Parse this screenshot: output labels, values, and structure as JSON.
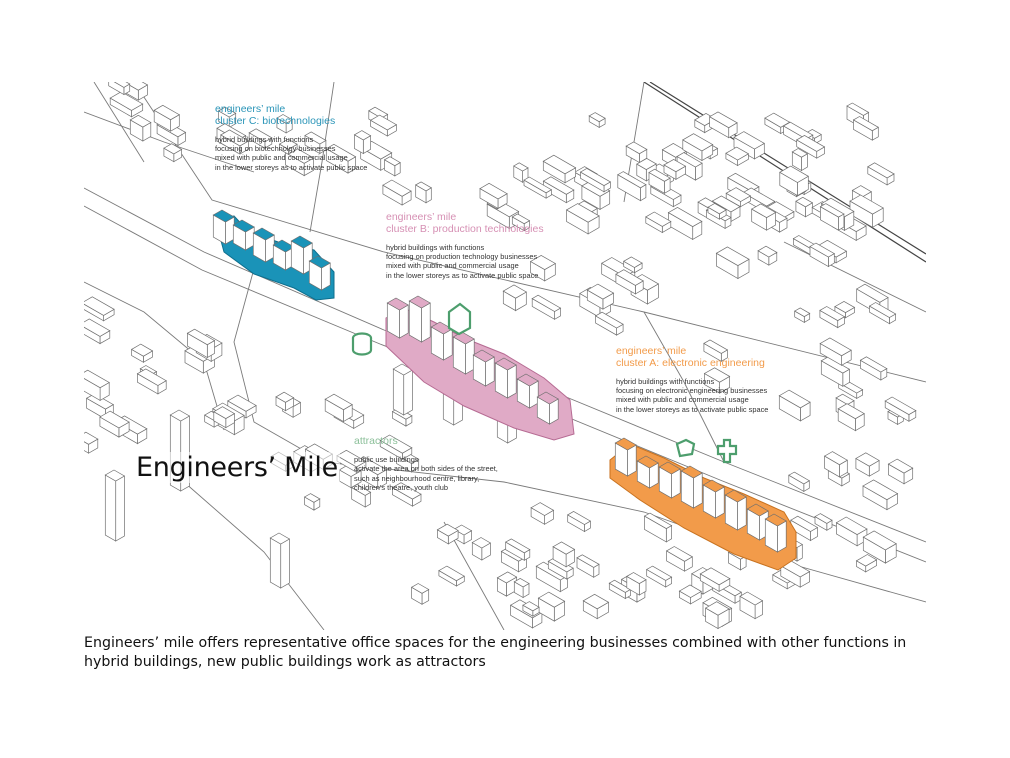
{
  "title": "Engineers’ Mile",
  "caption": "Engineers’ mile offers representative office spaces for the engineering businesses combined with other functions in hybrid buildings, new public buildings work as attractors",
  "clusters": {
    "c": {
      "title1": "engineers’ mile",
      "title2": "cluster C: biotechnologies",
      "lines": [
        "hybrid buildings with functions",
        "focusing on biotechnolgy businesses",
        "mixed with public and commercial usage",
        "in the lower storeys as to activate public space"
      ]
    },
    "b": {
      "title1": "engineers’ mile",
      "title2": "cluster B: production technologies",
      "lines": [
        "hybrid buildings with functions",
        "focusing on production technology businesses",
        "mixed with public and commercial usage",
        "in the lower storeys as to activate public space"
      ]
    },
    "a": {
      "title1": "engineers’ mile",
      "title2": "cluster A: electronic engineering",
      "lines": [
        "hybrid buildings with functions",
        "focusing on electronic engineering businesses",
        "mixed with public and commercial usage",
        "in the lower storeys as to activate public space"
      ]
    }
  },
  "attractors": {
    "title": "attractors",
    "lines": [
      "public use buildings",
      "activate the area on both sides of the street,",
      "such as neighbourhood centre, library,",
      "children’s theatre, youth club"
    ]
  },
  "colors": {
    "cluster_c": "#1a93b8",
    "cluster_b": "#d690b4",
    "cluster_a": "#f29b4a",
    "attractors": "#4d9e6d",
    "linework": "#6f6f6f"
  }
}
